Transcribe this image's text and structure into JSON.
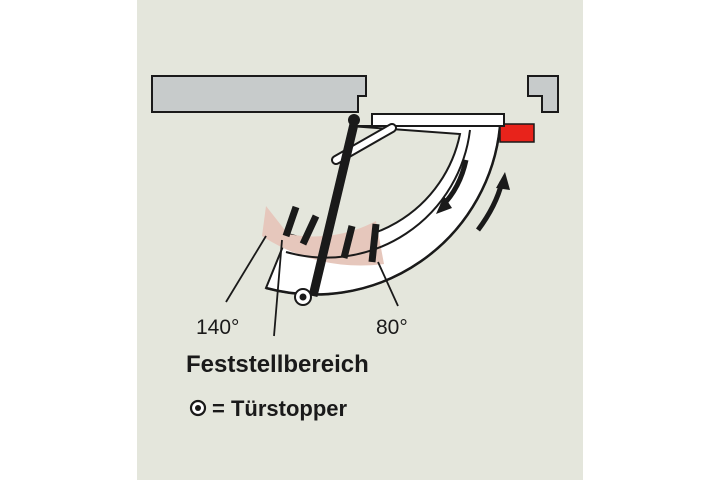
{
  "colors": {
    "panel_background": "#e4e6dc",
    "wall": "#c7cbcb",
    "hold_open_zone": "#e6c7bc",
    "end_stop": "#e8231b",
    "outline": "#1a1a1a"
  },
  "labels": {
    "angle_140": "140°",
    "angle_80": "80°",
    "hold_open_range": "Feststellbereich",
    "door_stop_symbol": "◎",
    "door_stop_legend": "= Türstopper"
  },
  "icons": {
    "opening_arrow": "arrow-down-left-icon",
    "closing_arrow": "arrow-up-right-icon",
    "door_stop": "door-stop-icon"
  }
}
